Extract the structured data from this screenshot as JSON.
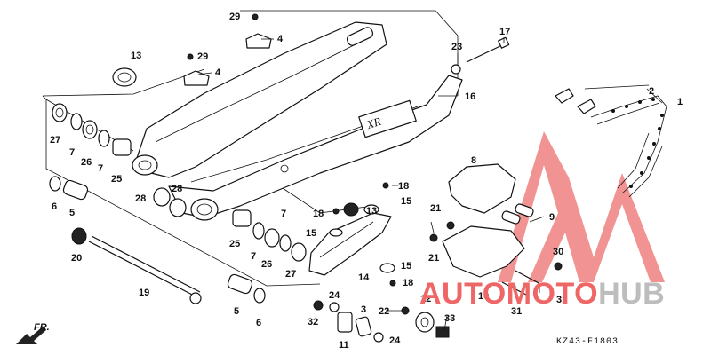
{
  "diagram_code": "KZ43-F1803",
  "watermark": {
    "part1": "AUTOMOTO",
    "part2": "HUB",
    "color_primary": "#ef6666",
    "color_secondary": "#bdbdbd"
  },
  "callouts": [
    {
      "id": "c29a",
      "label": "29"
    },
    {
      "id": "c4a",
      "label": "4"
    },
    {
      "id": "c17",
      "label": "17"
    },
    {
      "id": "c23",
      "label": "23"
    },
    {
      "id": "c13a",
      "label": "13"
    },
    {
      "id": "c29b",
      "label": "29"
    },
    {
      "id": "c4b",
      "label": "4"
    },
    {
      "id": "c16",
      "label": "16"
    },
    {
      "id": "c2",
      "label": "2"
    },
    {
      "id": "c1",
      "label": "1"
    },
    {
      "id": "c27a",
      "label": "27"
    },
    {
      "id": "c7a",
      "label": "7"
    },
    {
      "id": "c26a",
      "label": "26"
    },
    {
      "id": "c7b",
      "label": "7"
    },
    {
      "id": "c25a",
      "label": "25"
    },
    {
      "id": "c8",
      "label": "8"
    },
    {
      "id": "c6a",
      "label": "6"
    },
    {
      "id": "c5a",
      "label": "5"
    },
    {
      "id": "c28a",
      "label": "28"
    },
    {
      "id": "c28b",
      "label": "28"
    },
    {
      "id": "c18a",
      "label": "18"
    },
    {
      "id": "c7c",
      "label": "7"
    },
    {
      "id": "c18b",
      "label": "18"
    },
    {
      "id": "c13b",
      "label": "13"
    },
    {
      "id": "c15a",
      "label": "15"
    },
    {
      "id": "c21a",
      "label": "21"
    },
    {
      "id": "c9",
      "label": "9"
    },
    {
      "id": "c19",
      "label": "19"
    },
    {
      "id": "c15b",
      "label": "15"
    },
    {
      "id": "c25b",
      "label": "25"
    },
    {
      "id": "c7d",
      "label": "7"
    },
    {
      "id": "c26b",
      "label": "26"
    },
    {
      "id": "c27b",
      "label": "27"
    },
    {
      "id": "c20",
      "label": "20"
    },
    {
      "id": "c21b",
      "label": "21"
    },
    {
      "id": "c30",
      "label": "30"
    },
    {
      "id": "c14",
      "label": "14"
    },
    {
      "id": "c15c",
      "label": "15"
    },
    {
      "id": "c18c",
      "label": "18"
    },
    {
      "id": "c10",
      "label": "10"
    },
    {
      "id": "c31a",
      "label": "31"
    },
    {
      "id": "c12",
      "label": "12"
    },
    {
      "id": "c31b",
      "label": "31"
    },
    {
      "id": "c24a",
      "label": "24"
    },
    {
      "id": "c5b",
      "label": "5"
    },
    {
      "id": "c6b",
      "label": "6"
    },
    {
      "id": "c32",
      "label": "32"
    },
    {
      "id": "c3",
      "label": "3"
    },
    {
      "id": "c22",
      "label": "22"
    },
    {
      "id": "c33",
      "label": "33"
    },
    {
      "id": "c11",
      "label": "11"
    },
    {
      "id": "c24b",
      "label": "24"
    }
  ],
  "front_arrow": {
    "label": "FR."
  }
}
